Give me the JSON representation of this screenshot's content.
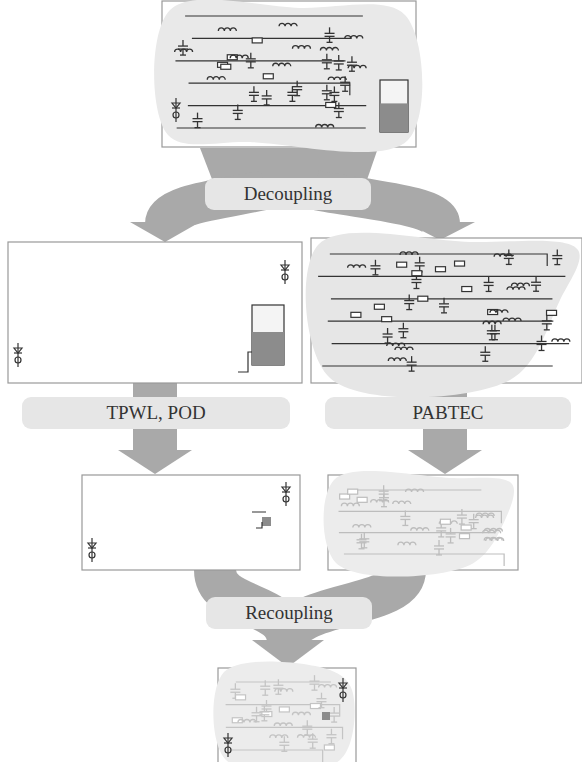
{
  "diagram": {
    "nodes": [
      {
        "text": [
          "Decoupling"
        ]
      },
      {
        "text": [
          "TPWL, POD"
        ]
      },
      {
        "text": [
          "PABTEC"
        ]
      },
      {
        "text": [
          "Recoupling"
        ]
      }
    ]
  }
}
